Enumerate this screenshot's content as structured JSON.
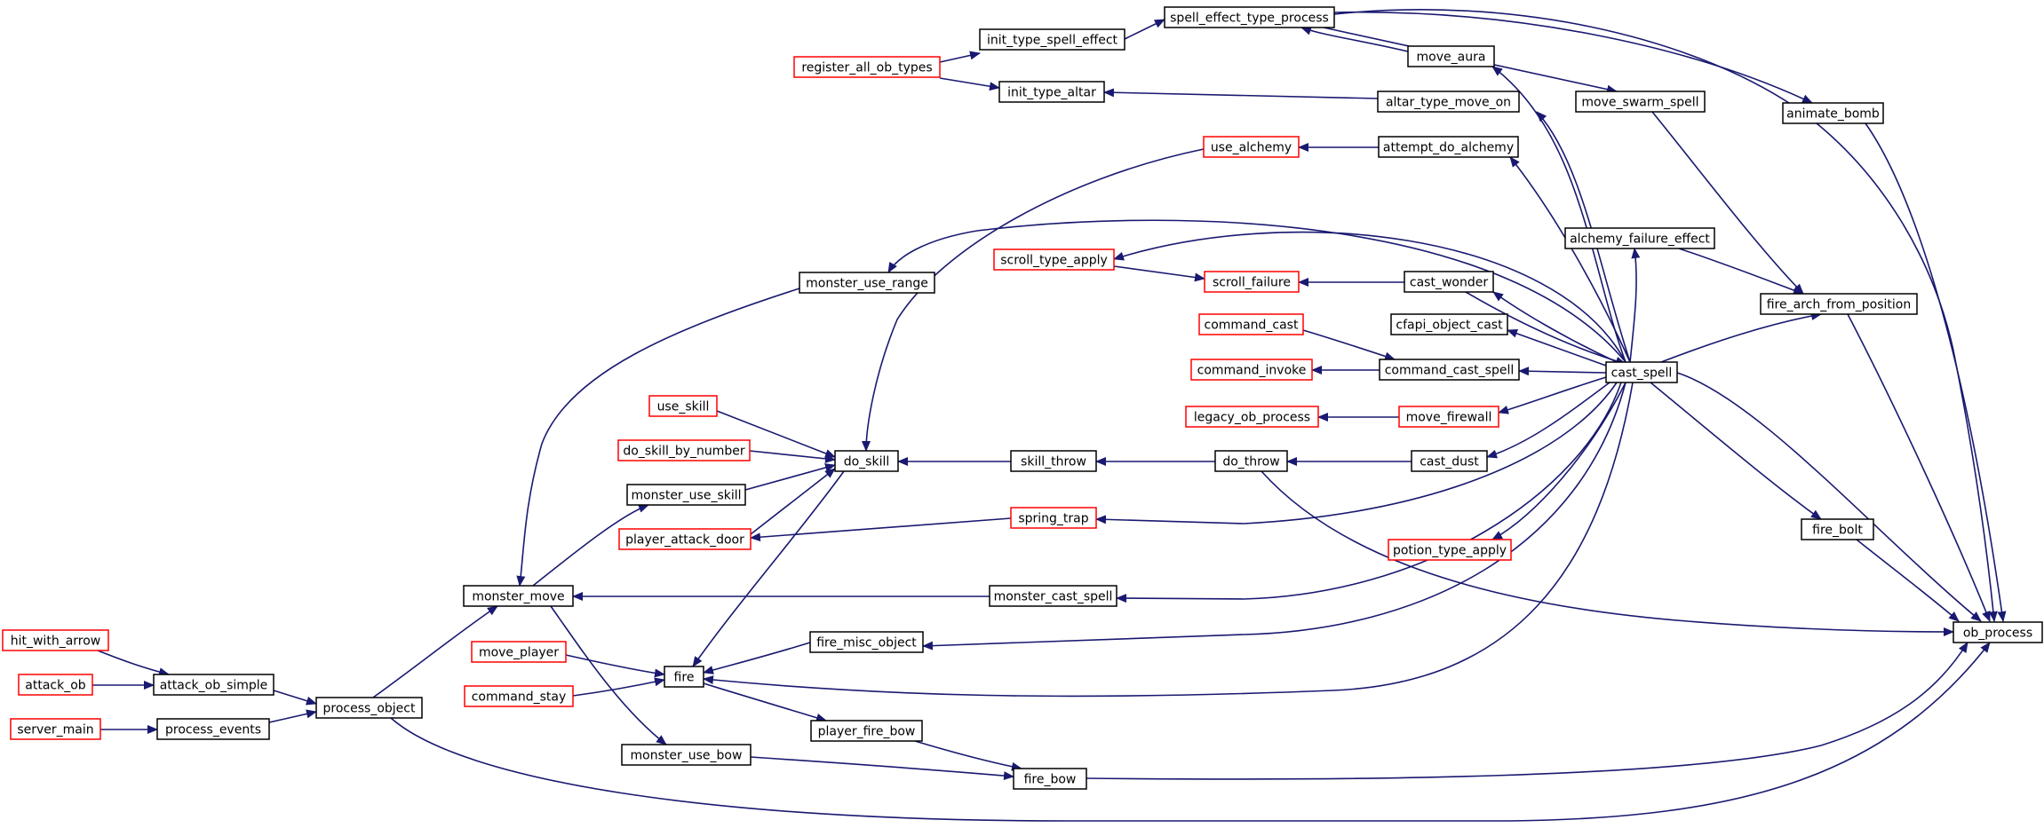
{
  "colors": {
    "edge": "#191970",
    "border_plain": "#000000",
    "border_truncated": "#ff0000",
    "fill_plain": "#ffffff",
    "fill_selected": "#bfbfbf"
  },
  "nodes": {
    "ob_process": {
      "label": "ob_process",
      "kind": "selected"
    },
    "cast_spell": {
      "label": "cast_spell",
      "kind": "plain"
    },
    "spell_effect_type_process": {
      "label": "spell_effect_type_process",
      "kind": "plain"
    },
    "init_type_spell_effect": {
      "label": "init_type_spell_effect",
      "kind": "plain"
    },
    "register_all_ob_types": {
      "label": "register_all_ob_types",
      "kind": "truncated"
    },
    "init_type_altar": {
      "label": "init_type_altar",
      "kind": "plain"
    },
    "move_aura": {
      "label": "move_aura",
      "kind": "plain"
    },
    "altar_type_move_on": {
      "label": "altar_type_move_on",
      "kind": "plain"
    },
    "move_swarm_spell": {
      "label": "move_swarm_spell",
      "kind": "plain"
    },
    "animate_bomb": {
      "label": "animate_bomb",
      "kind": "plain"
    },
    "use_alchemy": {
      "label": "use_alchemy",
      "kind": "truncated"
    },
    "attempt_do_alchemy": {
      "label": "attempt_do_alchemy",
      "kind": "plain"
    },
    "alchemy_failure_effect": {
      "label": "alchemy_failure_effect",
      "kind": "plain"
    },
    "scroll_type_apply": {
      "label": "scroll_type_apply",
      "kind": "truncated"
    },
    "scroll_failure": {
      "label": "scroll_failure",
      "kind": "truncated"
    },
    "cast_wonder": {
      "label": "cast_wonder",
      "kind": "plain"
    },
    "monster_use_range": {
      "label": "monster_use_range",
      "kind": "plain"
    },
    "fire_arch_from_position": {
      "label": "fire_arch_from_position",
      "kind": "plain"
    },
    "command_cast": {
      "label": "command_cast",
      "kind": "truncated"
    },
    "cfapi_object_cast": {
      "label": "cfapi_object_cast",
      "kind": "plain"
    },
    "command_invoke": {
      "label": "command_invoke",
      "kind": "truncated"
    },
    "command_cast_spell": {
      "label": "command_cast_spell",
      "kind": "plain"
    },
    "legacy_ob_process": {
      "label": "legacy_ob_process",
      "kind": "truncated"
    },
    "move_firewall": {
      "label": "move_firewall",
      "kind": "truncated"
    },
    "use_skill": {
      "label": "use_skill",
      "kind": "truncated"
    },
    "do_skill_by_number": {
      "label": "do_skill_by_number",
      "kind": "truncated"
    },
    "do_skill": {
      "label": "do_skill",
      "kind": "plain"
    },
    "skill_throw": {
      "label": "skill_throw",
      "kind": "plain"
    },
    "do_throw": {
      "label": "do_throw",
      "kind": "plain"
    },
    "cast_dust": {
      "label": "cast_dust",
      "kind": "plain"
    },
    "monster_use_skill": {
      "label": "monster_use_skill",
      "kind": "plain"
    },
    "player_attack_door": {
      "label": "player_attack_door",
      "kind": "truncated"
    },
    "spring_trap": {
      "label": "spring_trap",
      "kind": "truncated"
    },
    "fire_bolt": {
      "label": "fire_bolt",
      "kind": "plain"
    },
    "potion_type_apply": {
      "label": "potion_type_apply",
      "kind": "truncated"
    },
    "monster_move": {
      "label": "monster_move",
      "kind": "plain"
    },
    "monster_cast_spell": {
      "label": "monster_cast_spell",
      "kind": "plain"
    },
    "fire_misc_object": {
      "label": "fire_misc_object",
      "kind": "plain"
    },
    "hit_with_arrow": {
      "label": "hit_with_arrow",
      "kind": "truncated"
    },
    "move_player": {
      "label": "move_player",
      "kind": "truncated"
    },
    "fire": {
      "label": "fire",
      "kind": "plain"
    },
    "attack_ob": {
      "label": "attack_ob",
      "kind": "truncated"
    },
    "attack_ob_simple": {
      "label": "attack_ob_simple",
      "kind": "plain"
    },
    "command_stay": {
      "label": "command_stay",
      "kind": "truncated"
    },
    "process_object": {
      "label": "process_object",
      "kind": "plain"
    },
    "server_main": {
      "label": "server_main",
      "kind": "truncated"
    },
    "process_events": {
      "label": "process_events",
      "kind": "plain"
    },
    "player_fire_bow": {
      "label": "player_fire_bow",
      "kind": "plain"
    },
    "monster_use_bow": {
      "label": "monster_use_bow",
      "kind": "plain"
    },
    "fire_bow": {
      "label": "fire_bow",
      "kind": "plain"
    }
  }
}
